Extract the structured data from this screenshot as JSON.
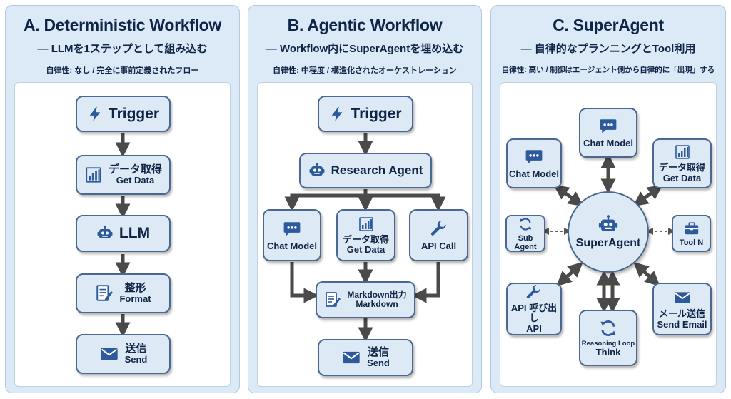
{
  "panels": [
    {
      "title": "A. Deterministic Workflow",
      "subtitle": "— LLMを1ステップとして組み込む",
      "autonomy": "自律性: なし / 完全に事前定義されたフロー",
      "nodes": {
        "trigger": "Trigger",
        "get_data_jp": "データ取得",
        "get_data_en": "Get Data",
        "llm": "LLM",
        "format_jp": "整形",
        "format_en": "Format",
        "send_jp": "送信",
        "send_en": "Send"
      }
    },
    {
      "title": "B. Agentic Workflow",
      "subtitle": "— Workflow内にSuperAgentを埋め込む",
      "autonomy": "自律性: 中程度 / 構造化されたオーケストレーション",
      "nodes": {
        "trigger": "Trigger",
        "research_agent": "Research Agent",
        "chat_model": "Chat Model",
        "get_data_jp": "データ取得",
        "get_data_en": "Get Data",
        "api_call": "API Call",
        "markdown_jp": "Markdown出力",
        "markdown_en": "Markdown",
        "send_jp": "送信",
        "send_en": "Send"
      }
    },
    {
      "title": "C. SuperAgent",
      "subtitle": "— 自律的なプランニングとTool利用",
      "autonomy": "自律性: 高い / 制御はエージェント側から自律的に「出現」する",
      "nodes": {
        "hub": "SuperAgent",
        "chat_model_top": "Chat Model",
        "chat_model_left": "Chat Model",
        "get_data_jp": "データ取得",
        "get_data_en": "Get Data",
        "sub_agent": "Sub Agent",
        "tool_n": "Tool N",
        "api_jp": "API 呼び出し",
        "api_en": "API",
        "reasoning": "Reasoning Loop",
        "think": "Think",
        "email_jp": "メール送信",
        "email_en": "Send Email"
      }
    }
  ],
  "colors": {
    "panel_bg": "#dce9f6",
    "node_bg": "#dde9f5",
    "node_border": "#4a6891",
    "icon": "#2d5a9c",
    "arrow": "#4a4a4a",
    "text": "#0f2446"
  }
}
